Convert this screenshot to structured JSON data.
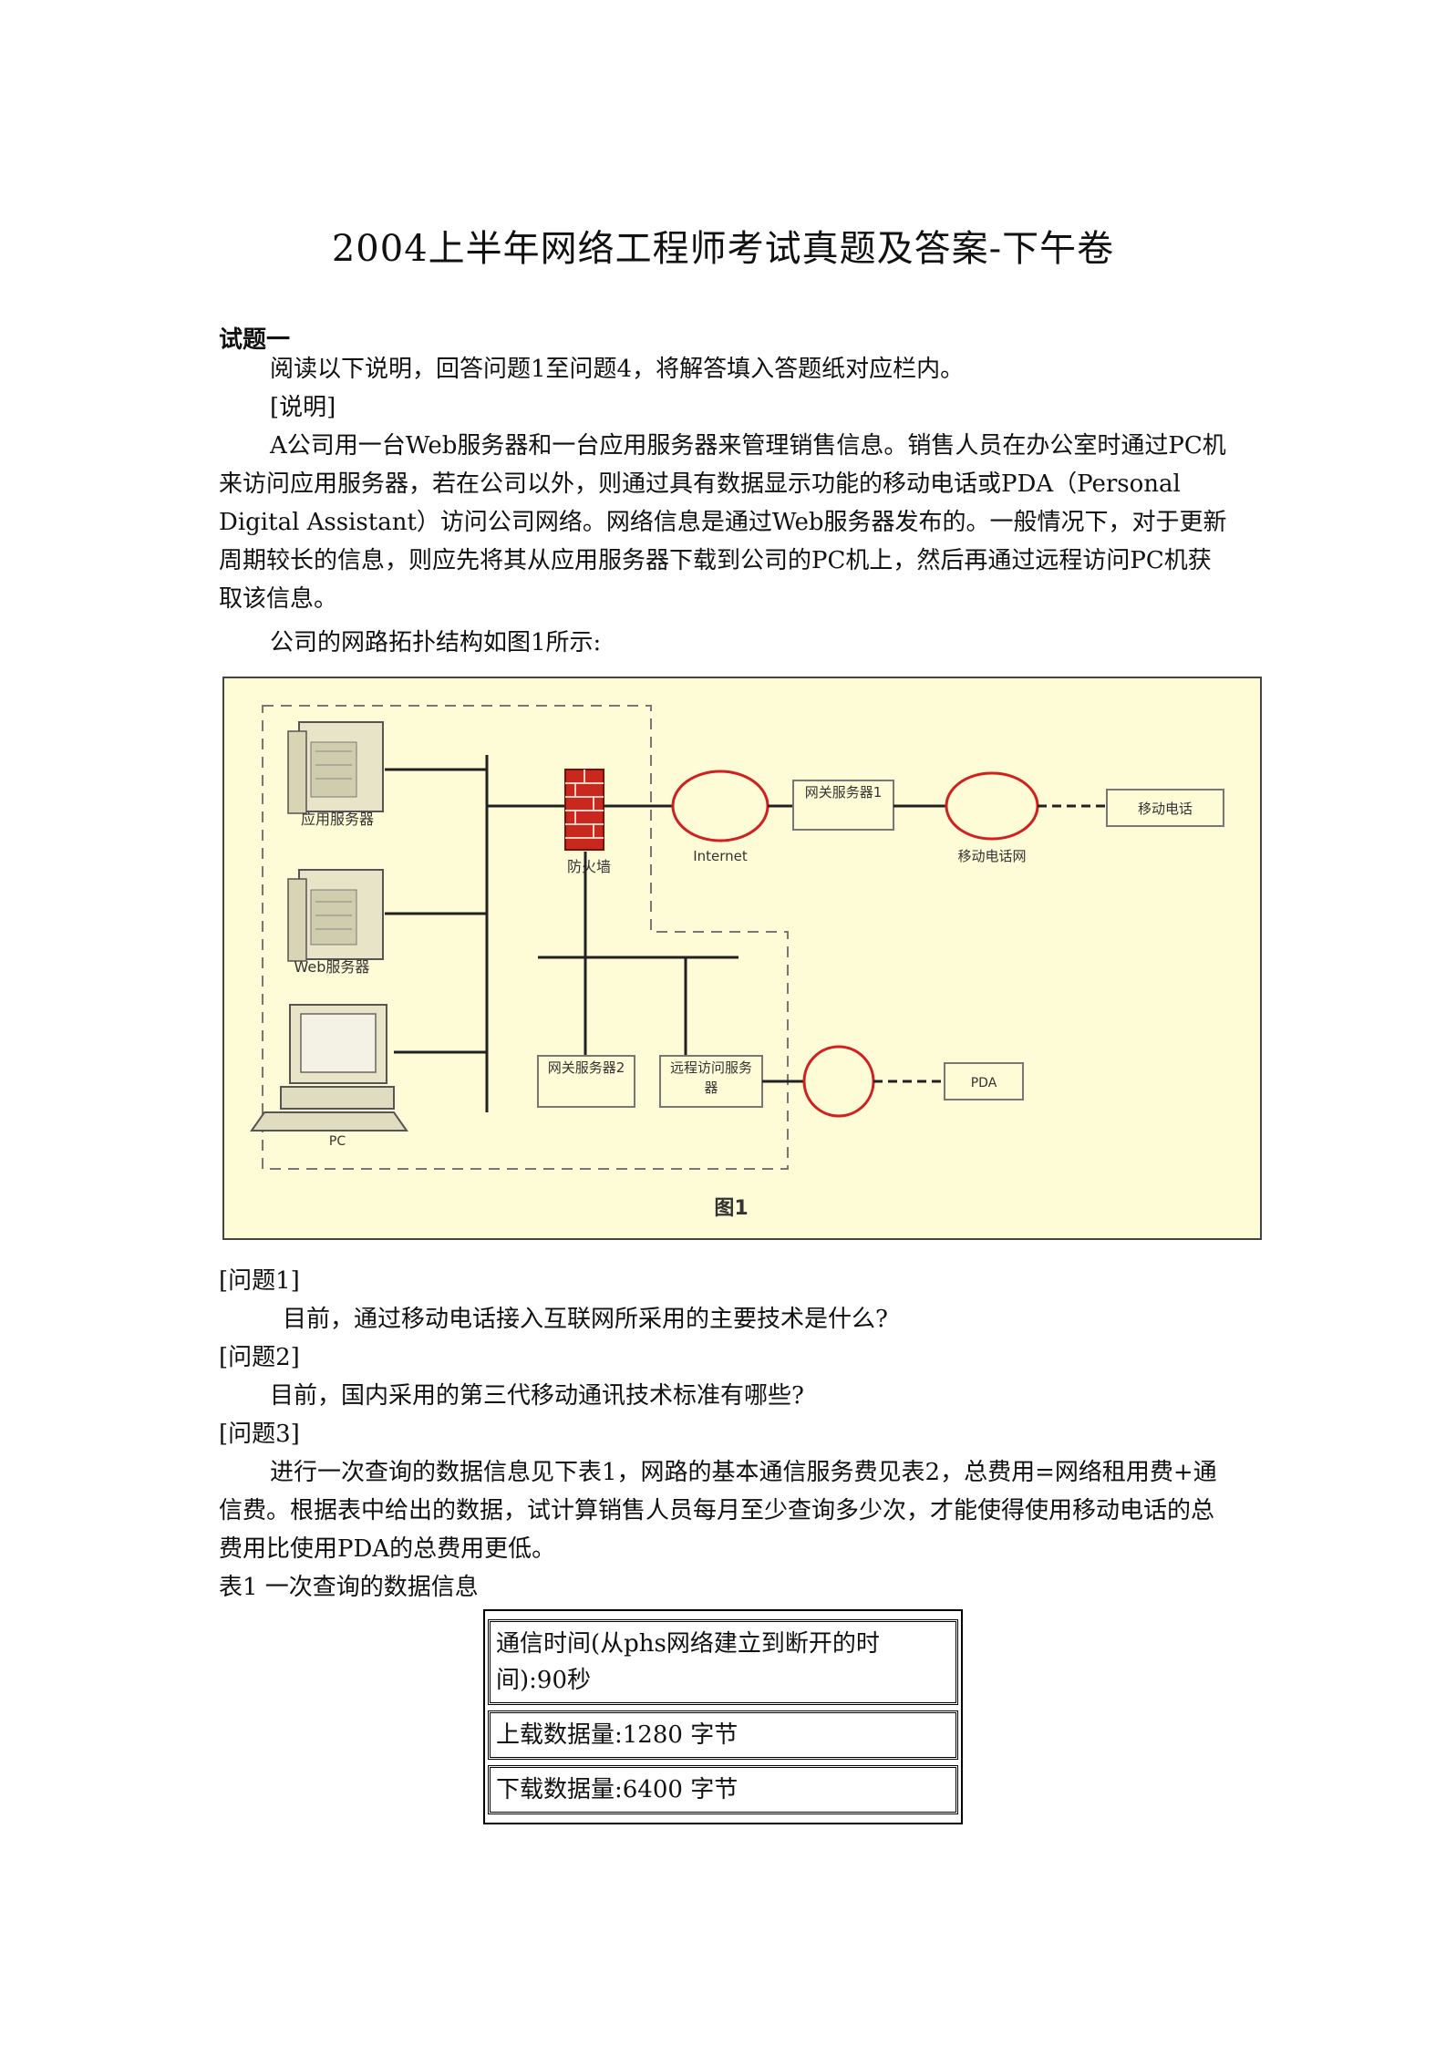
{
  "doc": {
    "title": "2004上半年网络工程师考试真题及答案-下午卷",
    "section": "试题一",
    "intro": "阅读以下说明，回答问题1至问题4，将解答填入答题纸对应栏内。",
    "explain_tag": "[说明]",
    "description": "A公司用一台Web服务器和一台应用服务器来管理销售信息。销售人员在办公室时通过PC机来访问应用服务器，若在公司以外，则通过具有数据显示功能的移动电话或PDA（Personal Digital Assistant）访问公司网络。网络信息是通过Web服务器发布的。一般情况下，对于更新周期较长的信息，则应先将其从应用服务器下载到公司的PC机上，然后再通过远程访问PC机获取该信息。",
    "topology_intro": "公司的网路拓扑结构如图1所示:",
    "questions": [
      {
        "label": "[问题1]",
        "text": "目前，通过移动电话接入互联网所采用的主要技术是什么?"
      },
      {
        "label": "[问题2]",
        "text": "目前，国内采用的第三代移动通讯技术标准有哪些?"
      },
      {
        "label": "[问题3]",
        "text": "进行一次查询的数据信息见下表1，网路的基本通信服务费见表2，总费用=网络租用费+通信费。根据表中给出的数据，试计算销售人员每月至少查询多少次，才能使得使用移动电话的总费用比使用PDA的总费用更低。"
      }
    ],
    "table1": {
      "caption": "表1 一次查询的数据信息",
      "rows": [
        "通信时间(从phs网络建立到断开的时间):90秒",
        "上载数据量:1280 字节",
        "下载数据量:6400 字节"
      ]
    }
  },
  "figure": {
    "caption": "图1",
    "labels": {
      "app_server": "应用服务器",
      "web_server": "Web服务器",
      "pc": "PC",
      "firewall": "防火墙",
      "internet": "Internet",
      "gateway1": "网关服务器1",
      "mobile_net": "移动电话网",
      "mobile_phone": "移动电话",
      "gateway2": "网关服务器2",
      "remote_access": "远程访问服务器",
      "pda": "PDA"
    }
  }
}
